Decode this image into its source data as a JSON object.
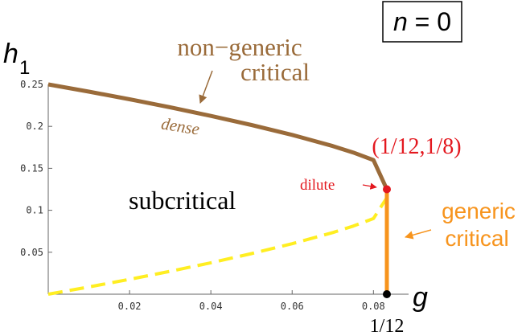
{
  "chart_data": {
    "type": "line",
    "xlabel": "g",
    "ylabel_main": "h",
    "ylabel_sub": "1",
    "xlim": [
      0,
      0.0833
    ],
    "ylim": [
      0,
      0.25
    ],
    "x_ticks": [
      0.02,
      0.04,
      0.06,
      0.08
    ],
    "x_tick_labels": [
      "0.02",
      "0.04",
      "0.06",
      "0.08"
    ],
    "y_ticks": [
      0.05,
      0.1,
      0.15,
      0.2,
      0.25
    ],
    "y_tick_labels": [
      "0.05",
      "0.1",
      "0.15",
      "0.2",
      "0.25"
    ],
    "special_x_label": "1/12",
    "badge": {
      "var": "n",
      "eq": " = ",
      "val": "0"
    },
    "series": [
      {
        "key": "dense",
        "color": "#9a6b3a",
        "style": "solid",
        "x": [
          0,
          0.01,
          0.02,
          0.03,
          0.04,
          0.05,
          0.06,
          0.07,
          0.075,
          0.08,
          0.0833
        ],
        "y": [
          0.25,
          0.2414,
          0.2323,
          0.2227,
          0.2125,
          0.2016,
          0.1898,
          0.1765,
          0.1689,
          0.1599,
          0.125
        ]
      },
      {
        "key": "dilute",
        "color": "#ffee22",
        "style": "dashed",
        "x": [
          0,
          0.01,
          0.02,
          0.03,
          0.04,
          0.05,
          0.06,
          0.07,
          0.075,
          0.08,
          0.0833
        ],
        "y": [
          0,
          0.0086,
          0.0177,
          0.0273,
          0.0375,
          0.0484,
          0.0602,
          0.0735,
          0.0811,
          0.0901,
          0.115
        ]
      },
      {
        "key": "generic",
        "color": "#f7941d",
        "style": "solid",
        "x": [
          0.0833,
          0.0833
        ],
        "y": [
          0,
          0.125
        ]
      }
    ],
    "points": [
      {
        "x": 0.0833,
        "y": 0.125,
        "color": "#e3181f"
      },
      {
        "x": 0.0833,
        "y": 0,
        "color": "#000000"
      }
    ],
    "annotations": {
      "non_generic_line1": "non−generic",
      "non_generic_line2": "critical",
      "dense": "dense",
      "point_label": "(1/12,1/8)",
      "dilute": "dilute",
      "subcritical": "subcritical",
      "generic_line1": "generic",
      "generic_line2": "critical"
    },
    "colors": {
      "brown": "#9a6b3a",
      "red": "#e3181f",
      "orange": "#f7941d",
      "yellow": "#ffee22"
    }
  }
}
